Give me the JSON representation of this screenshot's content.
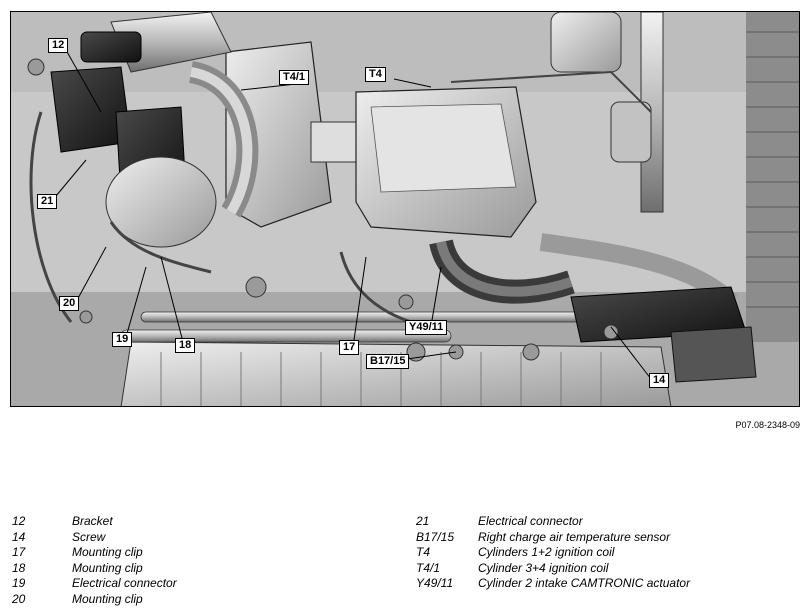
{
  "figure_code": "P07.08-2348-09",
  "callouts": [
    "12",
    "T4/1",
    "T4",
    "21",
    "20",
    "19",
    "18",
    "17",
    "Y49/11",
    "B17/15",
    "14"
  ],
  "legend": {
    "left": [
      {
        "code": "12",
        "desc": "Bracket"
      },
      {
        "code": "14",
        "desc": "Screw"
      },
      {
        "code": "17",
        "desc": "Mounting clip"
      },
      {
        "code": "18",
        "desc": "Mounting clip"
      },
      {
        "code": "19",
        "desc": "Electrical connector"
      },
      {
        "code": "20",
        "desc": "Mounting clip"
      }
    ],
    "right": [
      {
        "code": "21",
        "desc": "Electrical connector"
      },
      {
        "code": "B17/15",
        "desc": "Right charge air temperature sensor"
      },
      {
        "code": "T4",
        "desc": "Cylinders 1+2 ignition coil"
      },
      {
        "code": "T4/1",
        "desc": "Cylinder 3+4 ignition coil"
      },
      {
        "code": "Y49/11",
        "desc": "Cylinder 2 intake CAMTRONIC actuator"
      }
    ]
  }
}
